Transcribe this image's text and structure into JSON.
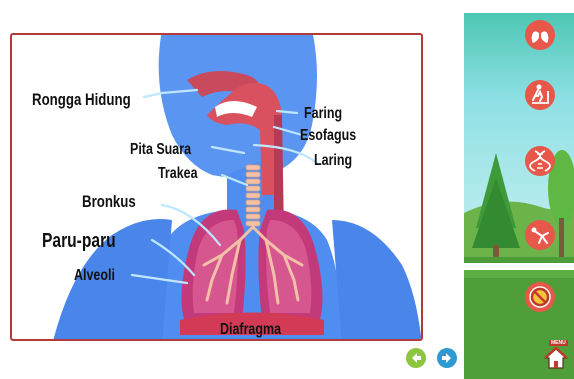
{
  "diagram": {
    "labels": {
      "rongga_hidung": "Rongga Hidung",
      "faring": "Faring",
      "esofagus": "Esofagus",
      "laring": "Laring",
      "pita_suara": "Pita Suara",
      "trakea": "Trakea",
      "bronkus": "Bronkus",
      "paru_paru": "Paru-paru",
      "alveoli": "Alveoli",
      "diafragma": "Diafragma"
    }
  },
  "nav": {
    "prev_icon": "arrow-left-icon",
    "next_icon": "arrow-right-icon"
  },
  "side_menu": {
    "items": [
      {
        "icon": "lungs-icon"
      },
      {
        "icon": "treadmill-icon"
      },
      {
        "icon": "dna-icon"
      },
      {
        "icon": "stretching-icon"
      },
      {
        "icon": "no-smoking-icon"
      }
    ],
    "menu_label": "MENU",
    "home_icon": "home-icon"
  },
  "colors": {
    "frame_border": "#b23a3a",
    "body_blue": "#4f8df0",
    "lung_pink": "#c23a7a",
    "nav_prev": "#8cc63f",
    "nav_next": "#2e9ad0",
    "icon_red": "#e7584b"
  }
}
